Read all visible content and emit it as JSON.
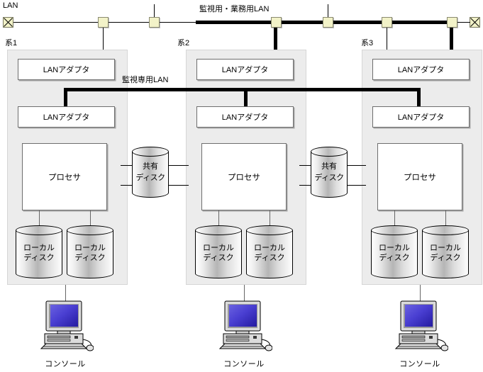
{
  "diagram": {
    "title_left": "LAN",
    "bus_label": "監視用・業務用LAN",
    "private_bus_label": "監視専用LAN",
    "terminators": [
      {
        "name": "left-terminator",
        "glyph": "x-box"
      },
      {
        "name": "right-terminator",
        "glyph": "x-box"
      }
    ],
    "taps": [
      {
        "label": ""
      },
      {
        "label": ""
      },
      {
        "label": ""
      },
      {
        "label": ""
      },
      {
        "label": ""
      },
      {
        "label": ""
      }
    ],
    "systems": [
      {
        "id": "sys1",
        "label": "系1",
        "lan_adapter_upper": "LANアダプタ",
        "lan_adapter_lower": "LANアダプタ",
        "processor": "プロセサ",
        "local_disks": [
          {
            "line1": "ローカル",
            "line2": "ディスク"
          },
          {
            "line1": "ローカル",
            "line2": "ディスク"
          }
        ],
        "console": "コンソール"
      },
      {
        "id": "sys2",
        "label": "系2",
        "lan_adapter_upper": "LANアダプタ",
        "lan_adapter_lower": "LANアダプタ",
        "processor": "プロセサ",
        "local_disks": [
          {
            "line1": "ローカル",
            "line2": "ディスク"
          },
          {
            "line1": "ローカル",
            "line2": "ディスク"
          }
        ],
        "console": "コンソール"
      },
      {
        "id": "sys3",
        "label": "系3",
        "lan_adapter_upper": "LANアダプタ",
        "lan_adapter_lower": "LANアダプタ",
        "processor": "プロセサ",
        "local_disks": [
          {
            "line1": "ローカル",
            "line2": "ディスク"
          },
          {
            "line1": "ローカル",
            "line2": "ディスク"
          }
        ],
        "console": "コンソール"
      }
    ],
    "shared_disks": [
      {
        "id": "shared-disk-1",
        "line1": "共有",
        "line2": "ディスク"
      },
      {
        "id": "shared-disk-2",
        "line1": "共有",
        "line2": "ディスク"
      }
    ],
    "colors": {
      "tap_fill": "#f2f2c8",
      "tap_border": "#8a8a70",
      "panel_fill": "#ececec",
      "component_fill": "#ffffff",
      "component_border": "#6e6e6e",
      "bus": "#000000",
      "screen_blue": "#3b30c8",
      "case_gray": "#d4d4d4"
    }
  }
}
